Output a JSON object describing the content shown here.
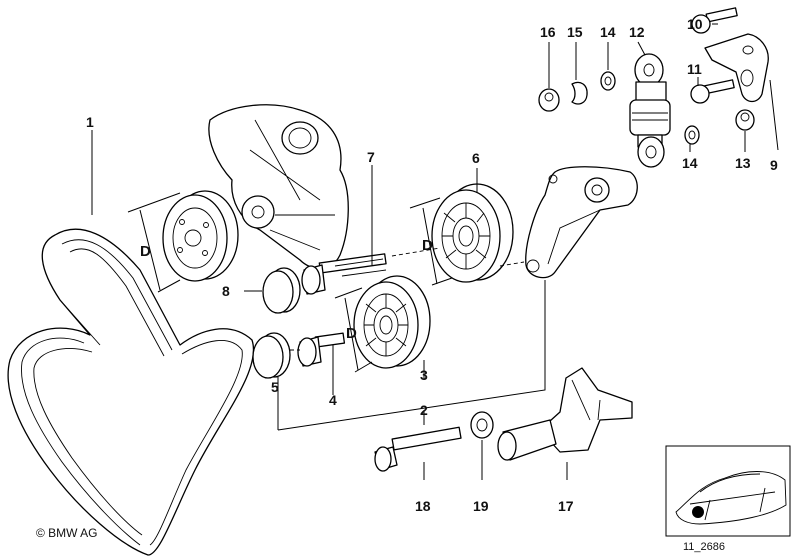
{
  "diagram": {
    "copyright": "© BMW AG",
    "reference": "11_2686",
    "dimension_label": "D",
    "callouts": {
      "c1": "1",
      "c2": "2",
      "c3": "3",
      "c4": "4",
      "c5": "5",
      "c6": "6",
      "c7": "7",
      "c8": "8",
      "c9": "9",
      "c10": "10",
      "c11": "11",
      "c12": "12",
      "c13": "13",
      "c14a": "14",
      "c14b": "14",
      "c15": "15",
      "c16": "16",
      "c17": "17",
      "c18": "18",
      "c19": "19"
    }
  }
}
